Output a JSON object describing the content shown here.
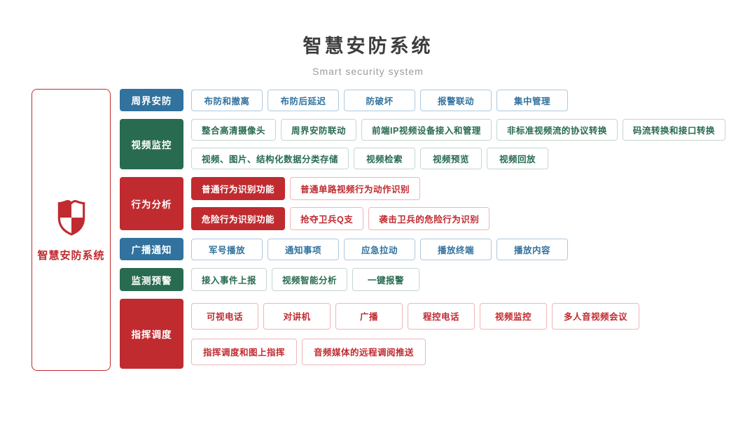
{
  "page": {
    "title": "智慧安防系统",
    "subtitle": "Smart security system"
  },
  "root": {
    "label": "智慧安防系统",
    "icon": "shield-icon"
  },
  "colors": {
    "blue": "#31729E",
    "blue_light": "#AEC9DD",
    "green": "#286B50",
    "green_light": "#C3D8CE",
    "red": "#C02B30",
    "red_light": "#EFB6B8",
    "title_text": "#3D3D3D",
    "subtitle_text": "#9B9B9B"
  },
  "sections": [
    {
      "id": "perimeter-security",
      "label": "周界安防",
      "color": "blue",
      "lines": [
        [
          {
            "label": "布防和撤离"
          },
          {
            "label": "布防后延迟"
          },
          {
            "label": "防破坏"
          },
          {
            "label": "报警联动"
          },
          {
            "label": "集中管理"
          }
        ]
      ]
    },
    {
      "id": "video-surveillance",
      "label": "视频监控",
      "color": "green",
      "lines": [
        [
          {
            "label": "整合高清摄像头"
          },
          {
            "label": "周界安防联动"
          },
          {
            "label": "前端IP视频设备接入和管理"
          },
          {
            "label": "非标准视频流的协议转换"
          },
          {
            "label": "码流转换和接口转换"
          }
        ],
        [
          {
            "label": "视频、图片、结构化数据分类存储"
          },
          {
            "label": "视频检索"
          },
          {
            "label": "视频预览"
          },
          {
            "label": "视频回放"
          }
        ]
      ]
    },
    {
      "id": "behavior-analysis",
      "label": "行为分析",
      "color": "red",
      "lines": [
        [
          {
            "label": "普通行为识别功能",
            "filled": true
          },
          {
            "label": "普通单路视频行为动作识别"
          }
        ],
        [
          {
            "label": "危险行为识别功能",
            "filled": true
          },
          {
            "label": "抢夺卫兵Q支"
          },
          {
            "label": "袭击卫兵的危险行为识别"
          }
        ]
      ]
    },
    {
      "id": "broadcast-notification",
      "label": "广播通知",
      "color": "blue",
      "lines": [
        [
          {
            "label": "军号播放"
          },
          {
            "label": "通知事项"
          },
          {
            "label": "应急拉动"
          },
          {
            "label": "播放终端"
          },
          {
            "label": "播放内容"
          }
        ]
      ]
    },
    {
      "id": "monitoring-warning",
      "label": "监测预警",
      "color": "green",
      "lines": [
        [
          {
            "label": "接入事件上报"
          },
          {
            "label": "视频智能分析"
          },
          {
            "label": "一键报警"
          }
        ]
      ]
    },
    {
      "id": "command-dispatch",
      "label": "指挥调度",
      "color": "red",
      "lines": [
        [
          {
            "label": "可视电话"
          },
          {
            "label": "对讲机"
          },
          {
            "label": "广播"
          },
          {
            "label": "程控电话"
          },
          {
            "label": "视频监控"
          },
          {
            "label": "多人音视频会议"
          }
        ],
        [
          {
            "label": "指挥调度和图上指挥"
          },
          {
            "label": "音频媒体的远程调阅推送"
          }
        ]
      ]
    }
  ]
}
